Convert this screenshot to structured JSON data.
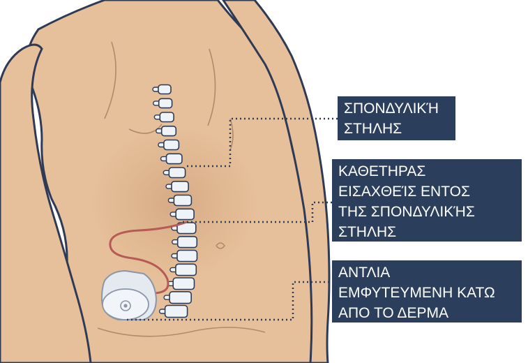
{
  "labels": {
    "spine": {
      "lines": [
        "ΣΠΟΝΔΥΛΙΚΉ",
        "ΣΤΗΛΗΣ"
      ]
    },
    "catheter": {
      "lines": [
        "ΚΑΘΕΤΗΡΑΣ",
        "ΕΙΣΑΧΘΕΊΣ ΕΝΤΟΣ",
        "ΤΗΣ ΣΠΟΝΔΥΛΙΚΉΣ",
        "ΣΤΗΛΗΣ"
      ]
    },
    "pump": {
      "lines": [
        "ΑΝΤΛΙΑ",
        "ΕΜΦΥΤΕΥΜΕΝΗ ΚΑΤΩ",
        "ΑΠΟ ΤΟ ΔΕΡΜΑ"
      ]
    }
  },
  "colors": {
    "skin": "#e6c09a",
    "outline": "#2f3a55",
    "label_bg": "#2b3f5c",
    "catheter": "#b65a55",
    "vertebra": "#eef3f8"
  }
}
